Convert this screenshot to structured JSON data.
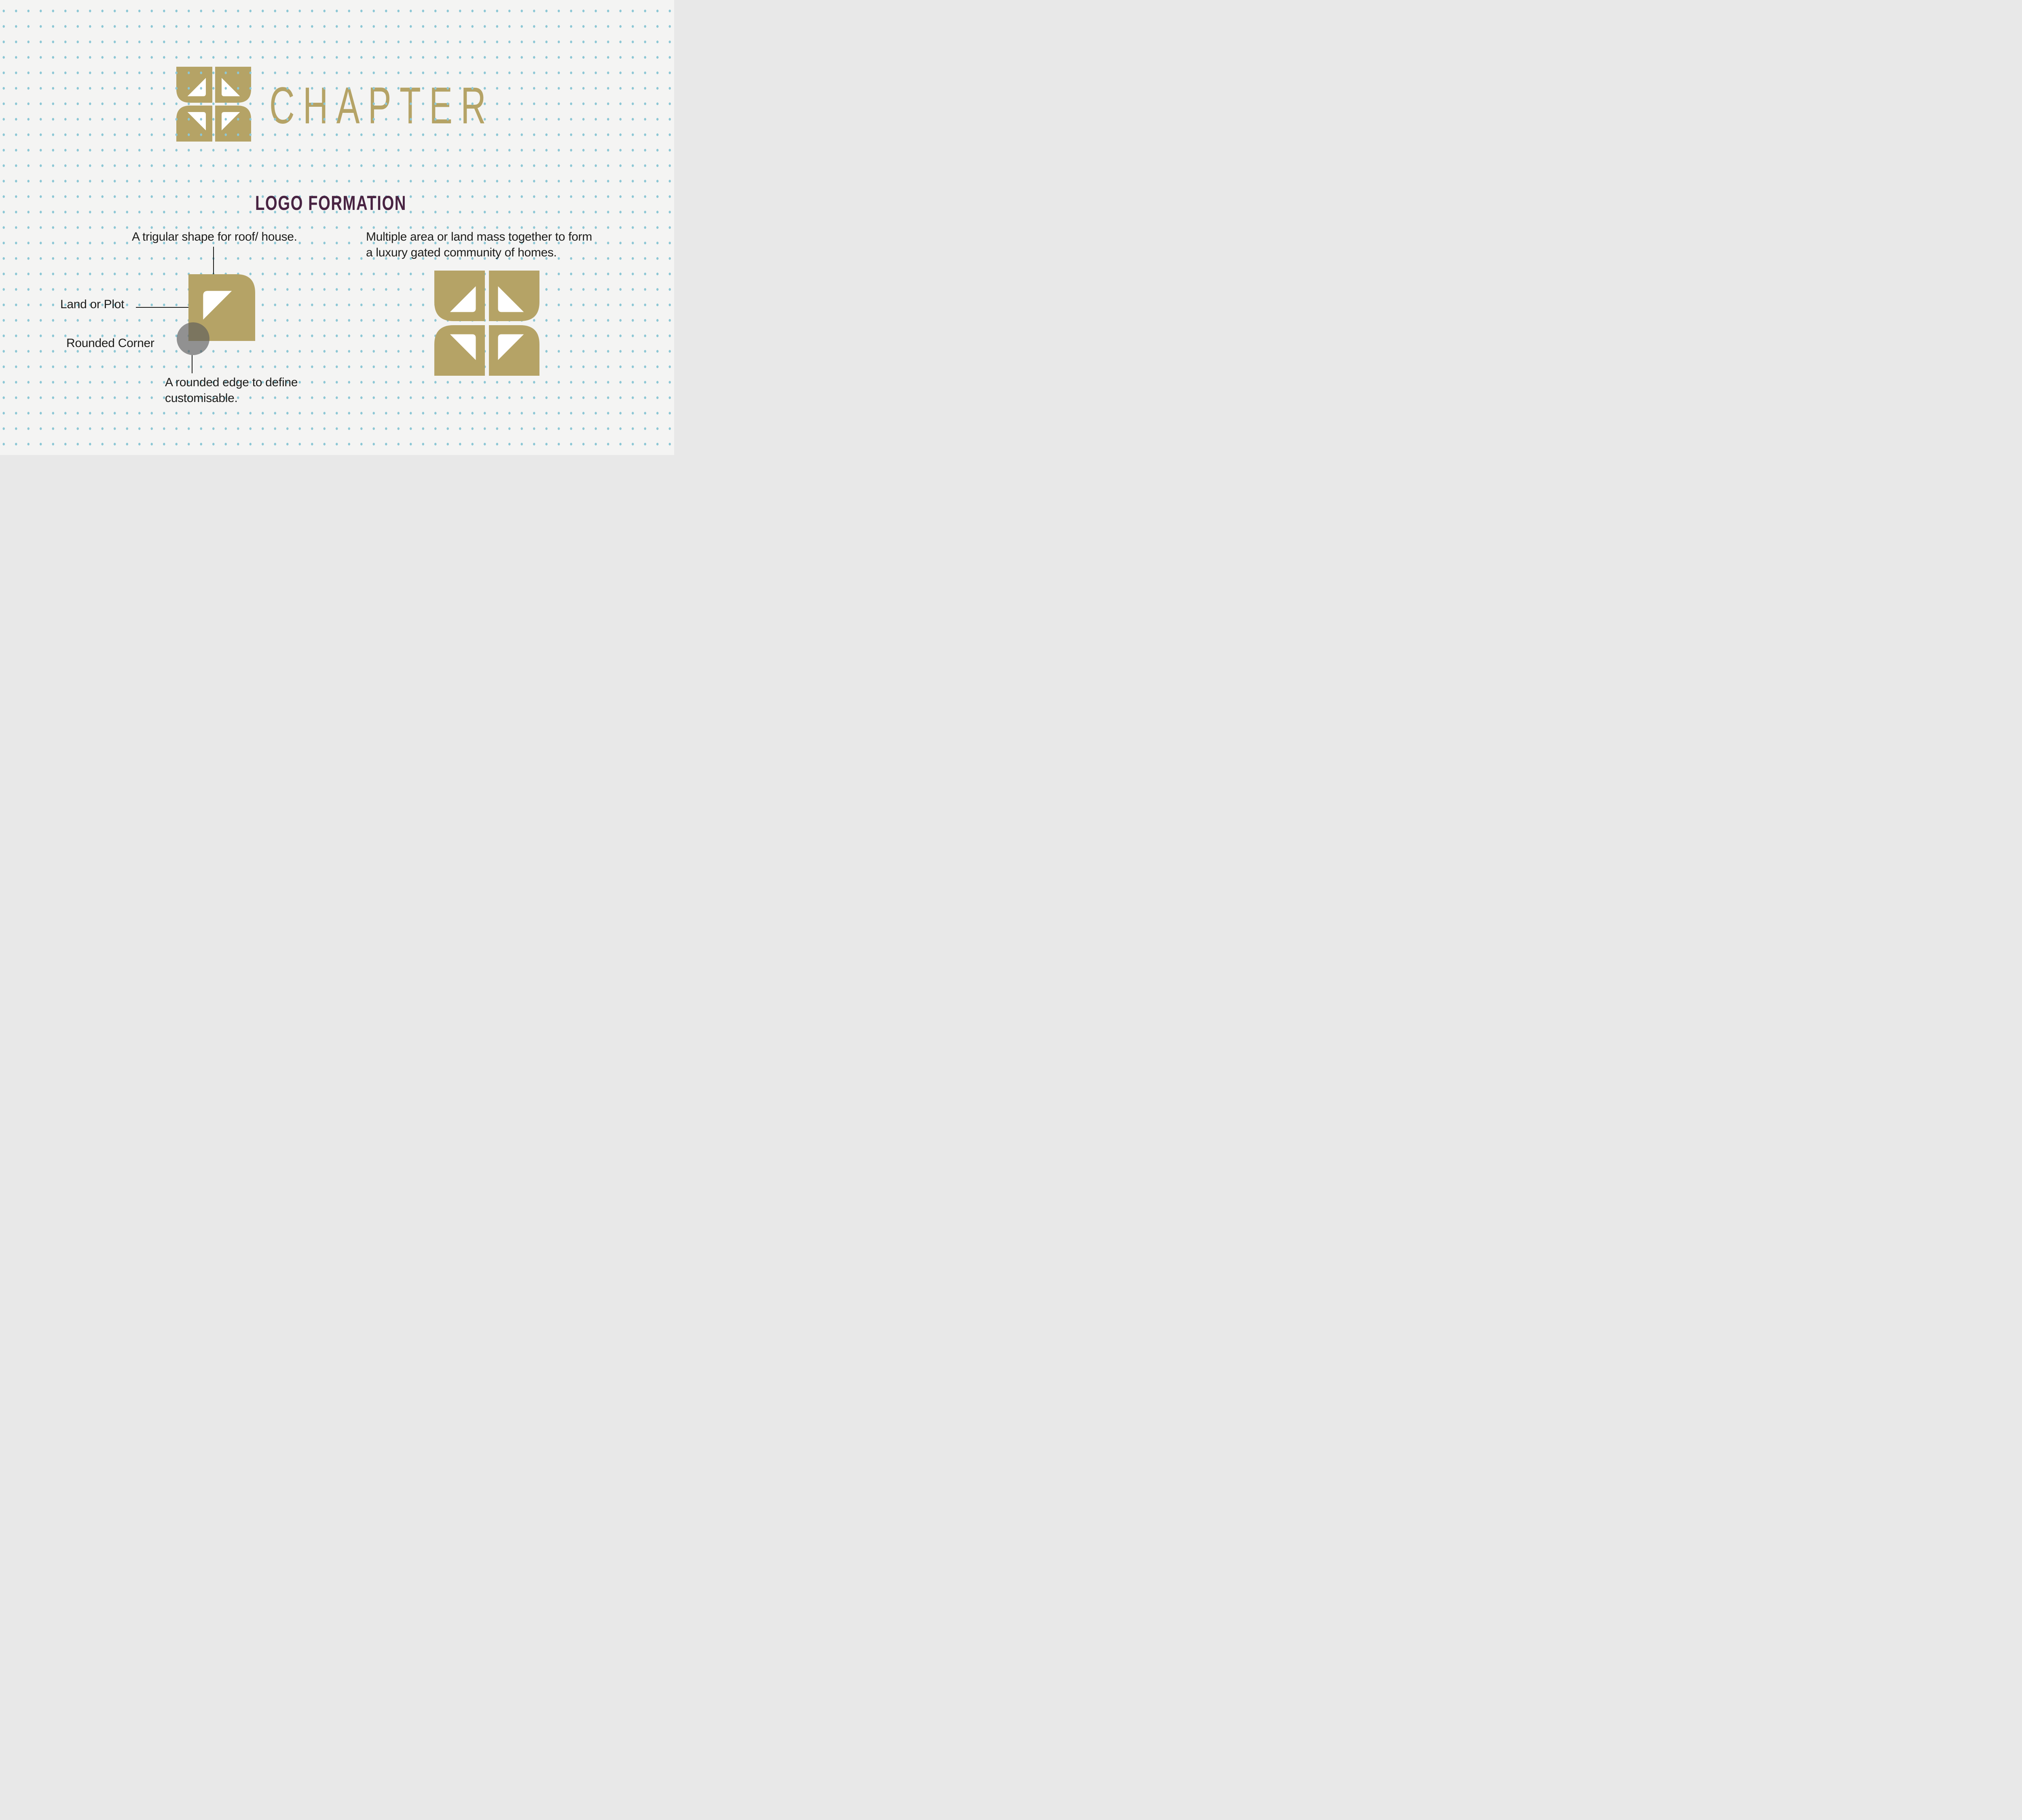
{
  "brand": {
    "name": "CHAPTER"
  },
  "section": {
    "title": "LOGO FORMATION"
  },
  "annotations": {
    "roof_note": "A trigular shape for roof/ house.",
    "land_label": "Land or Plot",
    "rounded_corner_label": "Rounded Corner",
    "rounded_edge_note_line1": "A rounded edge to define",
    "rounded_edge_note_line2": "customisable.",
    "community_note_line1": "Multiple area or land mass together to form",
    "community_note_line2": "a luxury gated community of homes."
  },
  "icons": {
    "logo_petal": "rounded-leaf-petal-with-white-roof-triangle",
    "corner_highlight": "translucent-gray-circle-marking-rounded-corner",
    "connector": "thin-black-callout-line"
  },
  "colors": {
    "background": "#F4F4F3",
    "gold": "#B5A366",
    "dot_blue": "#8CC7D5",
    "heading_purple": "#482342",
    "ink": "#1C1C1A",
    "white": "#FFFFFF",
    "highlight_gray": "rgba(92,92,92,0.65)"
  }
}
